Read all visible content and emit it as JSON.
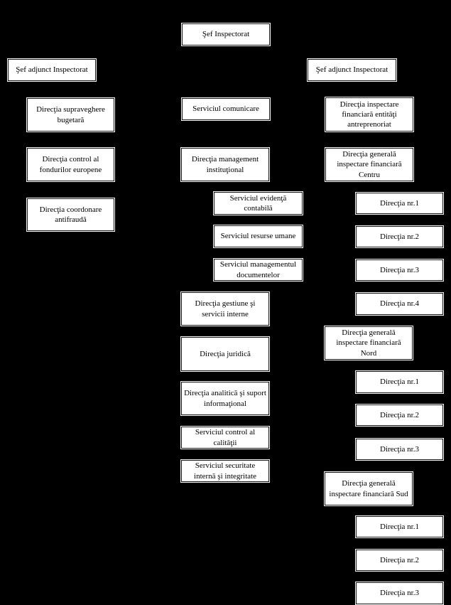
{
  "diagram": {
    "type": "org-chart",
    "background_color": "#000000",
    "box_fill_color": "#ffffff",
    "box_border_color": "#111111",
    "text_color": "#000000",
    "root": {
      "label": "Şef Inspectorat"
    },
    "deputy_left": {
      "label": "Şef adjunct Inspectorat"
    },
    "deputy_right": {
      "label": "Şef adjunct Inspectorat"
    },
    "left_branch": [
      {
        "label": "Direcţia supraveghere\nbugetară"
      },
      {
        "label": "Direcţia control al\nfondurilor europene"
      },
      {
        "label": "Direcţia coordonare\nantifraudă"
      }
    ],
    "center_branch": [
      {
        "label": "Serviciul comunicare"
      },
      {
        "label": "Direcţia management\ninstituţional"
      },
      {
        "label": "Direcţia gestiune şi\nservicii interne"
      },
      {
        "label": "Direcţia juridică"
      },
      {
        "label": "Direcţia analitică şi suport\ninformaţional"
      },
      {
        "label": "Serviciul control al\ncalităţii"
      },
      {
        "label": "Serviciul securitate\ninternă şi integritate"
      }
    ],
    "center_sub_branch": [
      {
        "label": "Serviciul evidenţă\ncontabilă"
      },
      {
        "label": "Serviciul resurse umane"
      },
      {
        "label": "Serviciul managementul\ndocumentelor"
      }
    ],
    "right_branch": [
      {
        "label": "Direcţia inspectare\nfinanciară entităţi\nantreprenoriat"
      },
      {
        "label": "Direcţia generală\ninspectare financiară\nCentru"
      },
      {
        "label": "Direcţia generală\ninspectare financiară\nNord"
      },
      {
        "label": "Direcţia generală\ninspectare financiară Sud"
      }
    ],
    "right_sub_centru": [
      {
        "label": "Direcţia nr.1"
      },
      {
        "label": "Direcţia nr.2"
      },
      {
        "label": "Direcţia nr.3"
      },
      {
        "label": "Direcţia nr.4"
      }
    ],
    "right_sub_nord": [
      {
        "label": "Direcţia nr.1"
      },
      {
        "label": "Direcţia nr.2"
      },
      {
        "label": "Direcţia nr.3"
      }
    ],
    "right_sub_sud": [
      {
        "label": "Direcţia nr.1"
      },
      {
        "label": "Direcţia nr.2"
      },
      {
        "label": "Direcţia nr.3"
      }
    ]
  }
}
